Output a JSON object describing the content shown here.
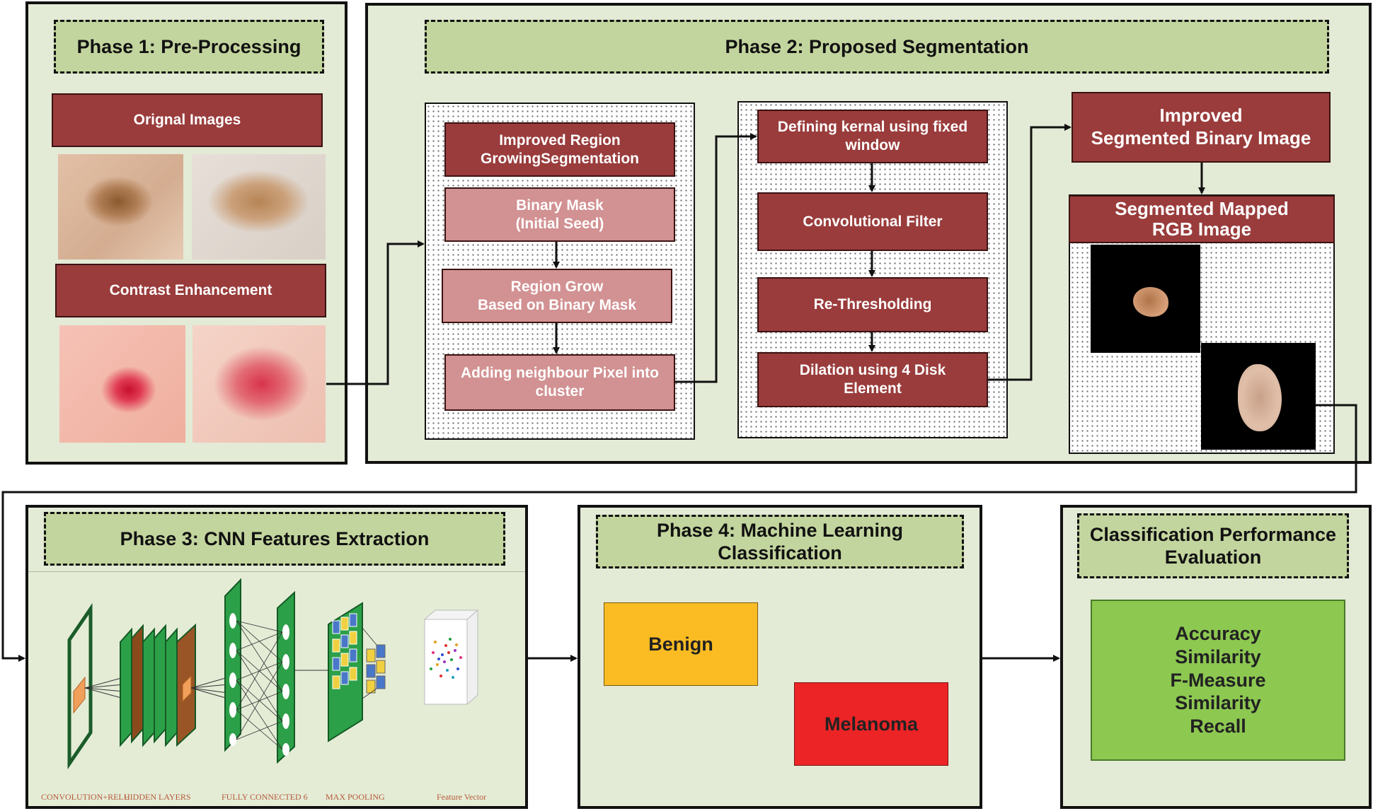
{
  "phase1": {
    "title": "Phase 1: Pre-Processing",
    "original_label": "Orignal Images",
    "contrast_label": "Contrast Enhancement"
  },
  "phase2": {
    "title": "Phase 2: Proposed Segmentation",
    "col1": [
      "Improved Region\nGrowingSegmentation",
      "Binary Mask\n(Initial Seed)",
      "Region Grow\nBased on Binary Mask",
      "Adding neighbour Pixel into\ncluster"
    ],
    "col2": [
      "Defining kernal using fixed\nwindow",
      "Convolutional Filter",
      "Re-Thresholding",
      "Dilation using 4 Disk\nElement"
    ],
    "improved_binary": "Improved\nSegmented Binary Image",
    "mapped_rgb": "Segmented Mapped\nRGB Image"
  },
  "phase3": {
    "title": "Phase 3: CNN Features Extraction",
    "labels": [
      "CONVOLUTION+RELU",
      "HIDDEN LAYERS",
      "FULLY CONNECTED 6",
      "MAX POOLING",
      "Feature Vector"
    ]
  },
  "phase4": {
    "title": "Phase 4: Machine Learning\nClassification",
    "benign": "Benign",
    "melanoma": "Melanoma"
  },
  "phase5": {
    "title": "Classification Performance\nEvaluation",
    "metrics": [
      "Accuracy",
      "Similarity",
      "F-Measure",
      "Similarity",
      "Recall"
    ]
  },
  "colors": {
    "phase_bg": "#e3ead6",
    "title_bg": "#c3d59e",
    "dark_red": "#9a3c3c",
    "pink": "#d29192",
    "benign": "#fbbc23",
    "melanoma": "#ec2426",
    "metrics_bg": "#8dc851"
  }
}
